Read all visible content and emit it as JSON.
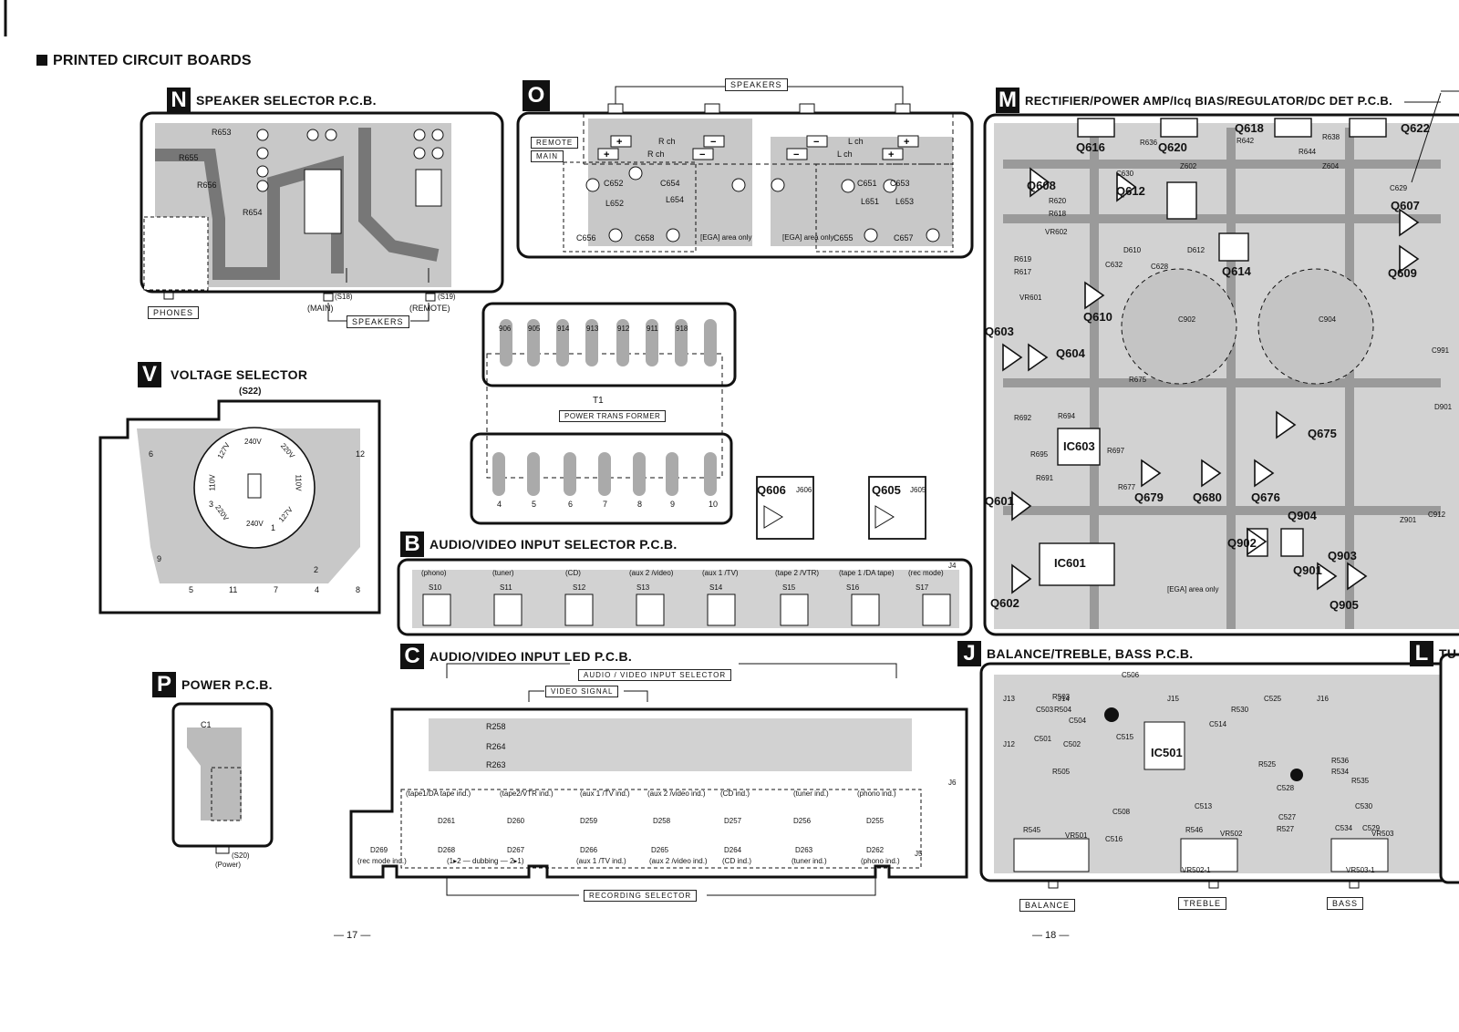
{
  "page": {
    "title": "PRINTED CIRCUIT BOARDS",
    "page_left": "— 17 —",
    "page_right": "— 18 —"
  },
  "sections": {
    "N": {
      "letter": "N",
      "name": "SPEAKER SELECTOR P.C.B."
    },
    "O": {
      "letter": "O"
    },
    "M": {
      "letter": "M",
      "name": "RECTIFIER/POWER AMP/Icq BIAS/REGULATOR/DC DET P.C.B."
    },
    "V": {
      "letter": "V",
      "name": "VOLTAGE SELECTOR",
      "sub": "(S22)"
    },
    "B": {
      "letter": "B",
      "name": "AUDIO/VIDEO INPUT SELECTOR P.C.B."
    },
    "C": {
      "letter": "C",
      "name": "AUDIO/VIDEO INPUT LED P.C.B."
    },
    "P": {
      "letter": "P",
      "name": "POWER P.C.B."
    },
    "J": {
      "letter": "J",
      "name": "BALANCE/TREBLE, BASS P.C.B."
    },
    "L": {
      "letter": "L",
      "name": "TU"
    }
  },
  "speaker_selector": {
    "phones": "PHONES",
    "main": "(MAIN)",
    "remote": "(REMOTE)",
    "speakers": "SPEAKERS",
    "s18": "(S18)",
    "s19": "(S19)",
    "refs": [
      "R653",
      "R655",
      "R656",
      "R654"
    ]
  },
  "speaker_term": {
    "speakers": "SPEAKERS",
    "remote": "REMOTE",
    "main": "MAIN",
    "rch": "R ch",
    "lch": "L ch",
    "refs": [
      "C652",
      "L652",
      "C654",
      "L654",
      "C651",
      "L651",
      "C653",
      "L653",
      "C656",
      "C658",
      "C655",
      "C657"
    ],
    "ega_area": "[EGA] area only"
  },
  "transformer": {
    "t1": "T1",
    "label": "POWER TRANS FORMER",
    "pins_top": [
      "906",
      "905",
      "914",
      "913",
      "912",
      "911",
      "918"
    ],
    "pins_bottom": [
      "4",
      "5",
      "6",
      "7",
      "8",
      "9",
      "10"
    ]
  },
  "q_modules": [
    {
      "q": "Q606",
      "j": "J606"
    },
    {
      "q": "Q605",
      "j": "J605"
    }
  ],
  "voltage_selector": {
    "voltages": [
      "240V",
      "220V",
      "110V",
      "127V",
      "127V",
      "110V",
      "220V",
      "240V"
    ],
    "pins": [
      "6",
      "12",
      "9",
      "5",
      "11",
      "7",
      "4",
      "8",
      "2",
      "3",
      "1"
    ]
  },
  "input_selector": {
    "switches": [
      {
        "name": "(phono)",
        "s": "S10"
      },
      {
        "name": "(tuner)",
        "s": "S11"
      },
      {
        "name": "(CD)",
        "s": "S12"
      },
      {
        "name": "(aux 2 /video)",
        "s": "S13"
      },
      {
        "name": "(aux 1 /TV)",
        "s": "S14"
      },
      {
        "name": "(tape 2 /VTR)",
        "s": "S15"
      },
      {
        "name": "(tape 1 /DA tape)",
        "s": "S16"
      },
      {
        "name": "(rec mode)",
        "s": "S17"
      }
    ],
    "j4": "J4"
  },
  "input_led": {
    "av_selector": "AUDIO / VIDEO INPUT SELECTOR",
    "video_signal": "VIDEO SIGNAL",
    "recording_selector": "RECORDING SELECTOR",
    "top_labels": [
      "(tape1/DA tape ind.)",
      "(tape2/VTR ind.)",
      "(aux 1 /TV ind.)",
      "(aux 2 /video ind.)",
      "(CD ind.)",
      "(tuner ind.)",
      "(phono ind.)"
    ],
    "top_leds": [
      "D261",
      "D260",
      "D259",
      "D258",
      "D257",
      "D256",
      "D255"
    ],
    "bottom_leds": [
      "D269",
      "D268",
      "D267",
      "D266",
      "D265",
      "D264",
      "D263",
      "D262"
    ],
    "bottom_labels": [
      "(rec mode ind.)",
      "(1▸2 — dubbing — 2▸1)",
      "(aux 1 /TV ind.)",
      "(aux 2 /video ind.)",
      "(CD ind.)",
      "(tuner ind.)",
      "(phono ind.)"
    ],
    "refs": [
      "R258",
      "R264",
      "R263"
    ],
    "j6": "J6",
    "j5": "J5"
  },
  "power_pcb": {
    "c1": "C1",
    "s20": "(S20)",
    "power": "(Power)"
  },
  "rectifier": {
    "transistors": [
      "Q616",
      "Q620",
      "Q618",
      "Q622",
      "Q608",
      "Q612",
      "Q614",
      "Q607",
      "Q609",
      "Q610",
      "Q603",
      "Q604",
      "Q675",
      "Q601",
      "Q679",
      "Q680",
      "Q676",
      "Q904",
      "Q902",
      "Q903",
      "Q901",
      "Q905",
      "Q602"
    ],
    "ics": [
      "IC603",
      "IC601"
    ],
    "refs": [
      "R636",
      "R642",
      "R638",
      "R644",
      "Z602",
      "Z604",
      "C630",
      "C629",
      "R620",
      "R618",
      "VR602",
      "D610",
      "D612",
      "C632",
      "C628",
      "R619",
      "R617",
      "VR601",
      "C902",
      "C904",
      "R675",
      "R692",
      "R694",
      "R695",
      "R691",
      "R697",
      "R677",
      "C991",
      "D901",
      "C912",
      "Z901"
    ],
    "ega_area": "[EGA] area only"
  },
  "balance": {
    "labels": [
      "BALANCE",
      "TREBLE",
      "BASS"
    ],
    "ic": "IC501",
    "vr": [
      "VR501",
      "VR502",
      "VR503"
    ],
    "refs": [
      "J13",
      "J14",
      "J15",
      "J16",
      "J12",
      "C506",
      "R503",
      "R504",
      "C504",
      "C503",
      "C502",
      "C501",
      "R505",
      "C515",
      "C514",
      "R530",
      "C525",
      "R525",
      "R536",
      "R534",
      "C528",
      "R535",
      "C530",
      "C534",
      "C529",
      "R527",
      "C527",
      "R545",
      "R546",
      "C516",
      "C508",
      "C513"
    ],
    "vr502_1": "VR502-1",
    "vr503_1": "VR503-1"
  },
  "colors": {
    "ink": "#111111",
    "copper": "#8a8a8a",
    "board": "#bdbdbd",
    "paper": "#ffffff"
  }
}
